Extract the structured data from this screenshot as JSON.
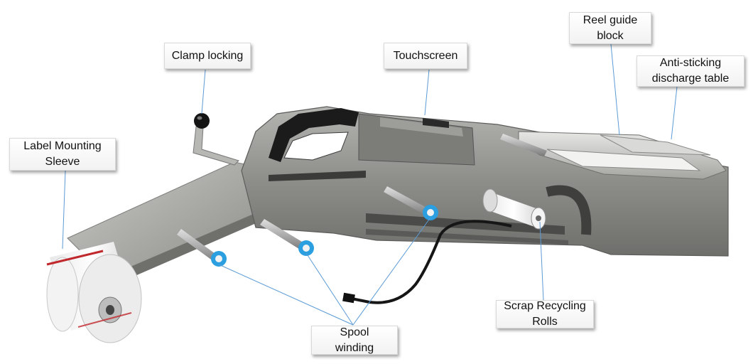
{
  "labels": {
    "clamp_locking": "Clamp locking",
    "touchscreen": "Touchscreen",
    "reel_guide_block": "Reel guide\nblock",
    "anti_sticking": "Anti-sticking\ndischarge table",
    "label_mounting_sleeve": "Label Mounting\nSleeve",
    "scrap_recycling_rolls": "Scrap Recycling\nRolls",
    "spool_winding": "Spool\nwinding"
  },
  "colors": {
    "leader_line": "#5b9bd5",
    "machine_steel": "#8a8a88",
    "machine_dark": "#4a4a48",
    "spool_ring": "#2b9fe0"
  }
}
